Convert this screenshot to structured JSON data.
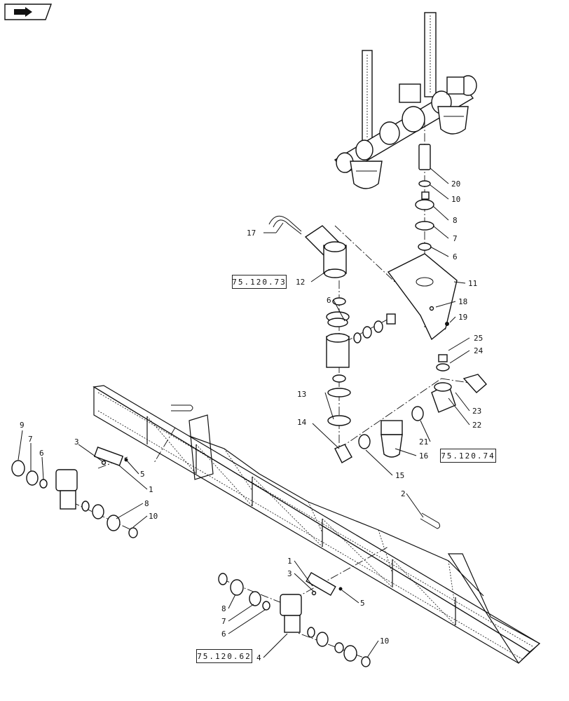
{
  "nav": {
    "icon": "arrow-back-icon"
  },
  "ref_boxes": [
    {
      "id": "ref-75-120-73",
      "text": "75.120.73"
    },
    {
      "id": "ref-75-120-74",
      "text": "75.120.74"
    },
    {
      "id": "ref-75-120-62",
      "text": "75.120.62"
    }
  ],
  "callouts": {
    "c20": "20",
    "c10a": "10",
    "c8a": "8",
    "c7a": "7",
    "c6a": "6",
    "c17": "17",
    "c12": "12",
    "c11": "11",
    "c6b": "6",
    "c18": "18",
    "c19": "19",
    "c25": "25",
    "c24": "24",
    "c13": "13",
    "c23": "23",
    "c22": "22",
    "c14": "14",
    "c21": "21",
    "c16": "16",
    "c15": "15",
    "c9": "9",
    "c7b": "7",
    "c6c": "6",
    "c3a": "3",
    "c5a": "5",
    "c1a": "1",
    "c8b": "8",
    "c10b": "10",
    "c2": "2",
    "c1b": "1",
    "c3b": "3",
    "c5b": "5",
    "c8c": "8",
    "c7c": "7",
    "c6d": "6",
    "c4": "4",
    "c10c": "10"
  }
}
